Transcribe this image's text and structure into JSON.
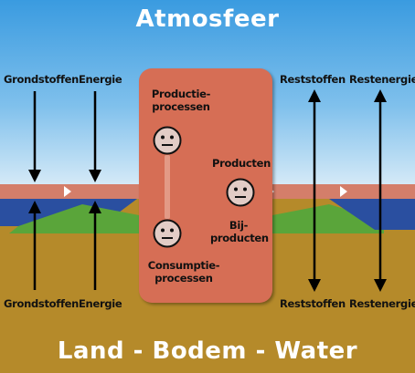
{
  "titles": {
    "top": "Atmosfeer",
    "bottom": "Land - Bodem - Water"
  },
  "labels": {
    "grondstoffen_top": "Grondstoffen",
    "energie_top": "Energie",
    "reststoffen_top": "Reststoffen",
    "restenergie_top": "Restenergie",
    "grondstoffen_bottom": "Grondstoffen",
    "energie_bottom": "Energie",
    "reststoffen_bottom": "Reststoffen",
    "restenergie_bottom": "Restenergie",
    "productie_line1": "Productie-",
    "productie_line2": "processen",
    "consumptie_line1": "Consumptie-",
    "consumptie_line2": "processen",
    "producten": "Producten",
    "bij_line1": "Bij-",
    "bij_line2": "producten"
  },
  "icons": [
    "neutral-face-icon",
    "arrow-down-icon",
    "arrow-up-down-icon",
    "flow-chevron-icon"
  ],
  "colors": {
    "sky_top": "#3a9be0",
    "sky_bottom": "#d8ecf8",
    "ground": "#b58a2a",
    "process_box": "#d66e55",
    "flow_band": "#d47e6a",
    "face": "#e2ccc6",
    "hill_green": "#5aa53a",
    "water_blue": "#2a4fa0"
  }
}
